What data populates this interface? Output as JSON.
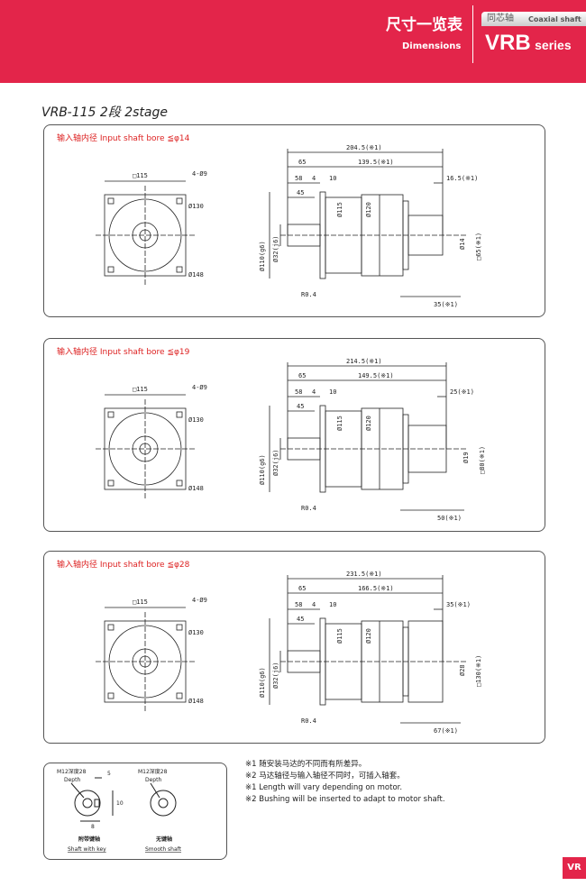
{
  "header": {
    "title_cn": "尺寸一览表",
    "title_en": "Dimensions",
    "category_cn": "同芯轴",
    "category_en": "Coaxial shaft",
    "series_name": "VRB",
    "series_suffix": "series",
    "accent": "#e3254a"
  },
  "page_title": "VRB-115 2段 2stage",
  "panels": [
    {
      "label": "输入轴内径  Input shaft bore  ≦φ14",
      "front": {
        "square": "□115",
        "holes": "4-Ø9",
        "pcd": "Ø130",
        "diag": "Ø148"
      },
      "side": {
        "total": "204.5(※1)",
        "d65": "65",
        "body": "139.5(※1)",
        "d4": "4",
        "d10": "10",
        "d58": "58",
        "d45": "45",
        "adapter": "16.5(※1)",
        "bore": "Ø14",
        "sq": "□65(※1)",
        "tail": "35(※1)",
        "d115": "Ø115",
        "d120": "Ø120",
        "d110": "Ø110(g6)",
        "d32": "Ø32(j6)",
        "r": "R0.4"
      }
    },
    {
      "label": "输入轴内径  Input shaft bore  ≦φ19",
      "front": {
        "square": "□115",
        "holes": "4-Ø9",
        "pcd": "Ø130",
        "diag": "Ø148"
      },
      "side": {
        "total": "214.5(※1)",
        "d65": "65",
        "body": "149.5(※1)",
        "d4": "4",
        "d10": "10",
        "d58": "58",
        "d45": "45",
        "adapter": "25(※1)",
        "bore": "Ø19",
        "sq": "□80(※1)",
        "tail": "50(※1)",
        "d115": "Ø115",
        "d120": "Ø120",
        "d110": "Ø110(g6)",
        "d32": "Ø32(j6)",
        "r": "R0.4"
      }
    },
    {
      "label": "输入轴内径  Input shaft bore  ≦φ28",
      "front": {
        "square": "□115",
        "holes": "4-Ø9",
        "pcd": "Ø130",
        "diag": "Ø148"
      },
      "side": {
        "total": "231.5(※1)",
        "d65": "65",
        "body": "166.5(※1)",
        "d4": "4",
        "d10": "10",
        "d58": "58",
        "d45": "45",
        "adapter": "35(※1)",
        "bore": "Ø28",
        "sq": "□130(※1)",
        "tail": "67(※1)",
        "d115": "Ø115",
        "d120": "Ø120",
        "d110": "Ø110(g6)",
        "d32": "Ø32(j6)",
        "r": "R0.4"
      }
    }
  ],
  "shaft_detail": {
    "key": {
      "thread": "M12深度28",
      "depth": "Depth",
      "w": "5",
      "h": "10",
      "d": "8",
      "name_cn": "附带键轴",
      "name_en": "Shaft with key"
    },
    "smooth": {
      "thread": "M12深度28",
      "depth": "Depth",
      "name_cn": "无键轴",
      "name_en": "Smooth shaft"
    }
  },
  "notes": [
    "※1  随安装马达的不同而有所差异。",
    "※2  马达轴径与输入轴径不同时，可插入轴套。",
    "※1  Length will vary depending on motor.",
    "※2  Bushing will be inserted to adapt to motor shaft."
  ],
  "page_badge": "VR"
}
